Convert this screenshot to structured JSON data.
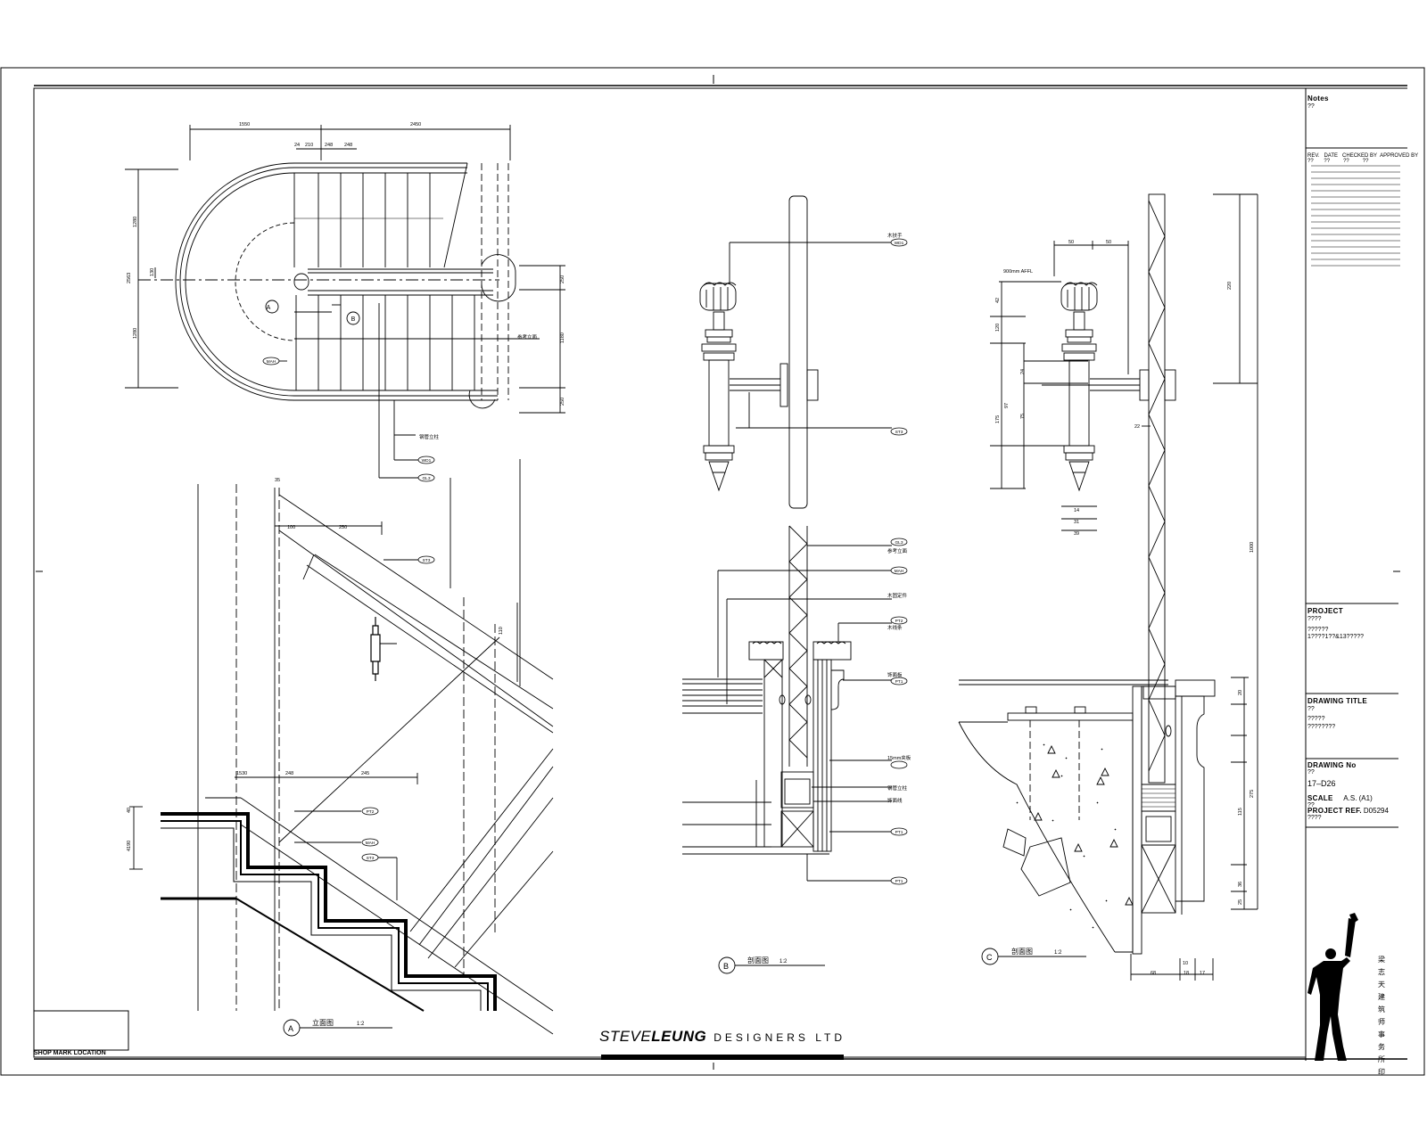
{
  "notes": {
    "label": "Notes",
    "value": "??"
  },
  "revision": {
    "headers": [
      "REV.",
      "DATE",
      "CHECKED BY",
      "APPROVED BY"
    ],
    "values": [
      "??",
      "??",
      "??",
      "??"
    ]
  },
  "project": {
    "label": "PROJECT",
    "line1": "????",
    "line2": "??????",
    "line3": "1????1??&13?????"
  },
  "drawing_title": {
    "label": "DRAWING TITLE",
    "line1": "??",
    "line2": "?????",
    "line3": "????????"
  },
  "drawing_no": {
    "label": "DRAWING No",
    "sub": "??",
    "value": "17–D26"
  },
  "scale": {
    "label": "SCALE",
    "sub": "??",
    "value": "A.S. (A1)"
  },
  "project_ref": {
    "label": "PROJECT REF.",
    "value": "D05294",
    "sub": "????"
  },
  "brand": {
    "part1": "STEVE",
    "part2": "LEUNG",
    "part3": "DESIGNERS LTD"
  },
  "shop_mark": "SHOP MARK LOCATION",
  "vertical_chars": [
    "梁",
    "志",
    "天",
    "建",
    "筑",
    "师",
    "事",
    "务",
    "所",
    "印"
  ],
  "detail_tags": {
    "A": {
      "letter": "A",
      "title": "立面图",
      "scale": "1:2"
    },
    "B": {
      "letter": "B",
      "title": "剖面图",
      "scale": "1:2"
    },
    "C": {
      "letter": "C",
      "title": "剖面图",
      "scale": "1:2"
    }
  },
  "plan_dims": {
    "top": [
      "1550",
      "2450"
    ],
    "top_sub": [
      "24",
      "210",
      "248",
      "248"
    ],
    "left": [
      "2563",
      "1280",
      "1280",
      "130"
    ],
    "right": [
      "250",
      "1180",
      "250"
    ]
  },
  "plan_tags": [
    "WD1",
    "GL3",
    "MAH",
    "ST3",
    "PT2",
    "PT1"
  ],
  "elev_dims": [
    "35",
    "100",
    "250",
    "245",
    "248",
    "1530",
    "40",
    "110",
    "4190"
  ],
  "section_b_notes": [
    "木扶手",
    "参考立面",
    "木固定件",
    "木线条",
    "饰面板",
    "15mm夹板",
    "钢管立柱",
    "饰面线"
  ],
  "section_c_dims": [
    "50",
    "50",
    "42",
    "120",
    "24",
    "97",
    "75",
    "175",
    "22",
    "14",
    "31",
    "39",
    "220",
    "1000",
    "275",
    "115",
    "20",
    "36",
    "25",
    "68",
    "18",
    "17",
    "10"
  ],
  "section_c_note": "900mm AFFL"
}
